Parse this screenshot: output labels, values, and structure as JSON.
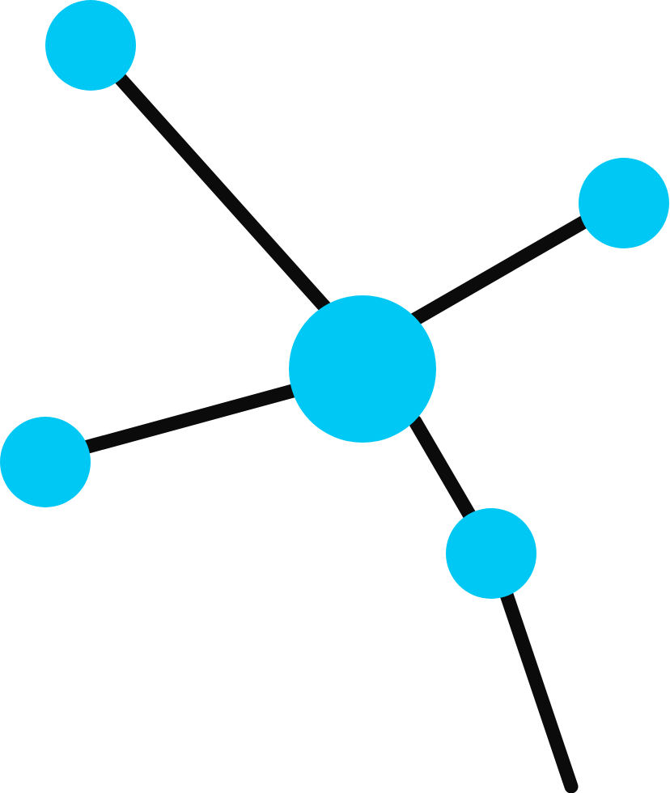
{
  "diagram": {
    "type": "molecule-network-icon",
    "colors": {
      "node": "#00C8F4",
      "bond": "#0B0B0B",
      "background": "#FFFFFF"
    },
    "nodes": [
      {
        "id": "center",
        "role": "hub"
      },
      {
        "id": "top-left",
        "role": "leaf"
      },
      {
        "id": "right",
        "role": "leaf"
      },
      {
        "id": "left",
        "role": "leaf"
      },
      {
        "id": "bottom",
        "role": "intermediate"
      }
    ],
    "bonds": [
      {
        "from": "center",
        "to": "top-left"
      },
      {
        "from": "center",
        "to": "right"
      },
      {
        "from": "center",
        "to": "left"
      },
      {
        "from": "center",
        "to": "bottom"
      },
      {
        "from": "bottom",
        "to": "tail"
      }
    ]
  }
}
